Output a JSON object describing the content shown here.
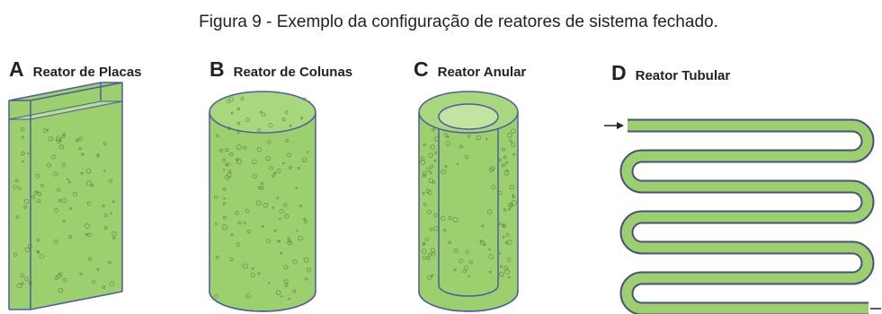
{
  "caption": "Figura 9 - Exemplo da configuração de reatores de sistema fechado.",
  "panels": [
    {
      "letter": "A",
      "name": "Reator de Placas"
    },
    {
      "letter": "B",
      "name": "Reator de Colunas"
    },
    {
      "letter": "C",
      "name": "Reator Anular"
    },
    {
      "letter": "D",
      "name": "Reator Tubular"
    }
  ],
  "colors": {
    "liquid": "#9cd06e",
    "outline": "#4f5aa0",
    "bubble": "#5f7a4a",
    "tube_edge": "#4a4f80",
    "text": "#222222"
  }
}
